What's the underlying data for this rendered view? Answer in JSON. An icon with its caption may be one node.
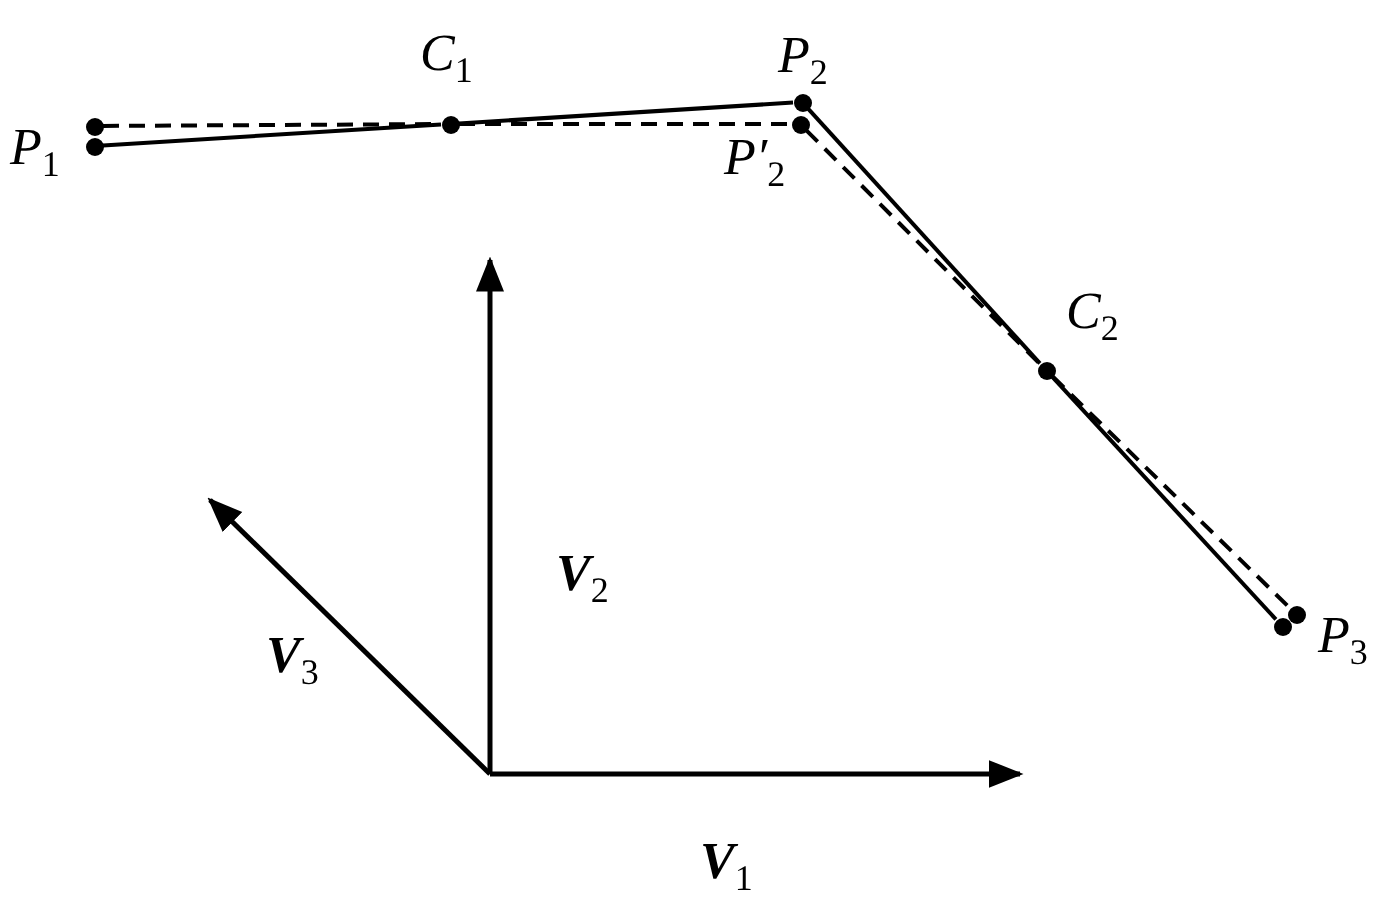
{
  "diagram": {
    "nodes": [
      {
        "text": [],
        "shape": "circle"
      },
      {
        "text": [],
        "shape": "circle",
        "beside": [
          "P$_{1}$"
        ]
      },
      {
        "text": [],
        "shape": "circle",
        "beside": [
          "C$_{1}$"
        ]
      },
      {
        "text": [],
        "shape": "circle",
        "beside": [
          "P$_{2}$"
        ]
      },
      {
        "text": [],
        "shape": "circle",
        "beside": [
          "P′$_{2}$"
        ]
      },
      {
        "text": [],
        "shape": "circle",
        "beside": [
          "C$_{2}$"
        ]
      },
      {
        "text": [],
        "shape": "circle",
        "beside": [
          "P$_{3}$"
        ]
      },
      {
        "text": [],
        "shape": "circle"
      }
    ],
    "edges": [
      {
        "from": 1,
        "to": 2,
        "arrow": "none"
      },
      {
        "from": 2,
        "to": 3,
        "arrow": "none"
      },
      {
        "from": 3,
        "to": 5,
        "arrow": "none"
      },
      {
        "from": 5,
        "to": 6,
        "arrow": "none"
      },
      {
        "from": 0,
        "to": 2,
        "arrow": "none",
        "style": "dashed"
      },
      {
        "from": 2,
        "to": 4,
        "arrow": "none",
        "style": "dashed"
      },
      {
        "from": 4,
        "to": 5,
        "arrow": "none",
        "style": "dashed"
      },
      {
        "from": 5,
        "to": 7,
        "arrow": "none",
        "style": "dashed"
      }
    ],
    "labels": [
      "**V**$_{2}$",
      "**V**$_{3}$",
      "**V**$_{1}$"
    ]
  }
}
